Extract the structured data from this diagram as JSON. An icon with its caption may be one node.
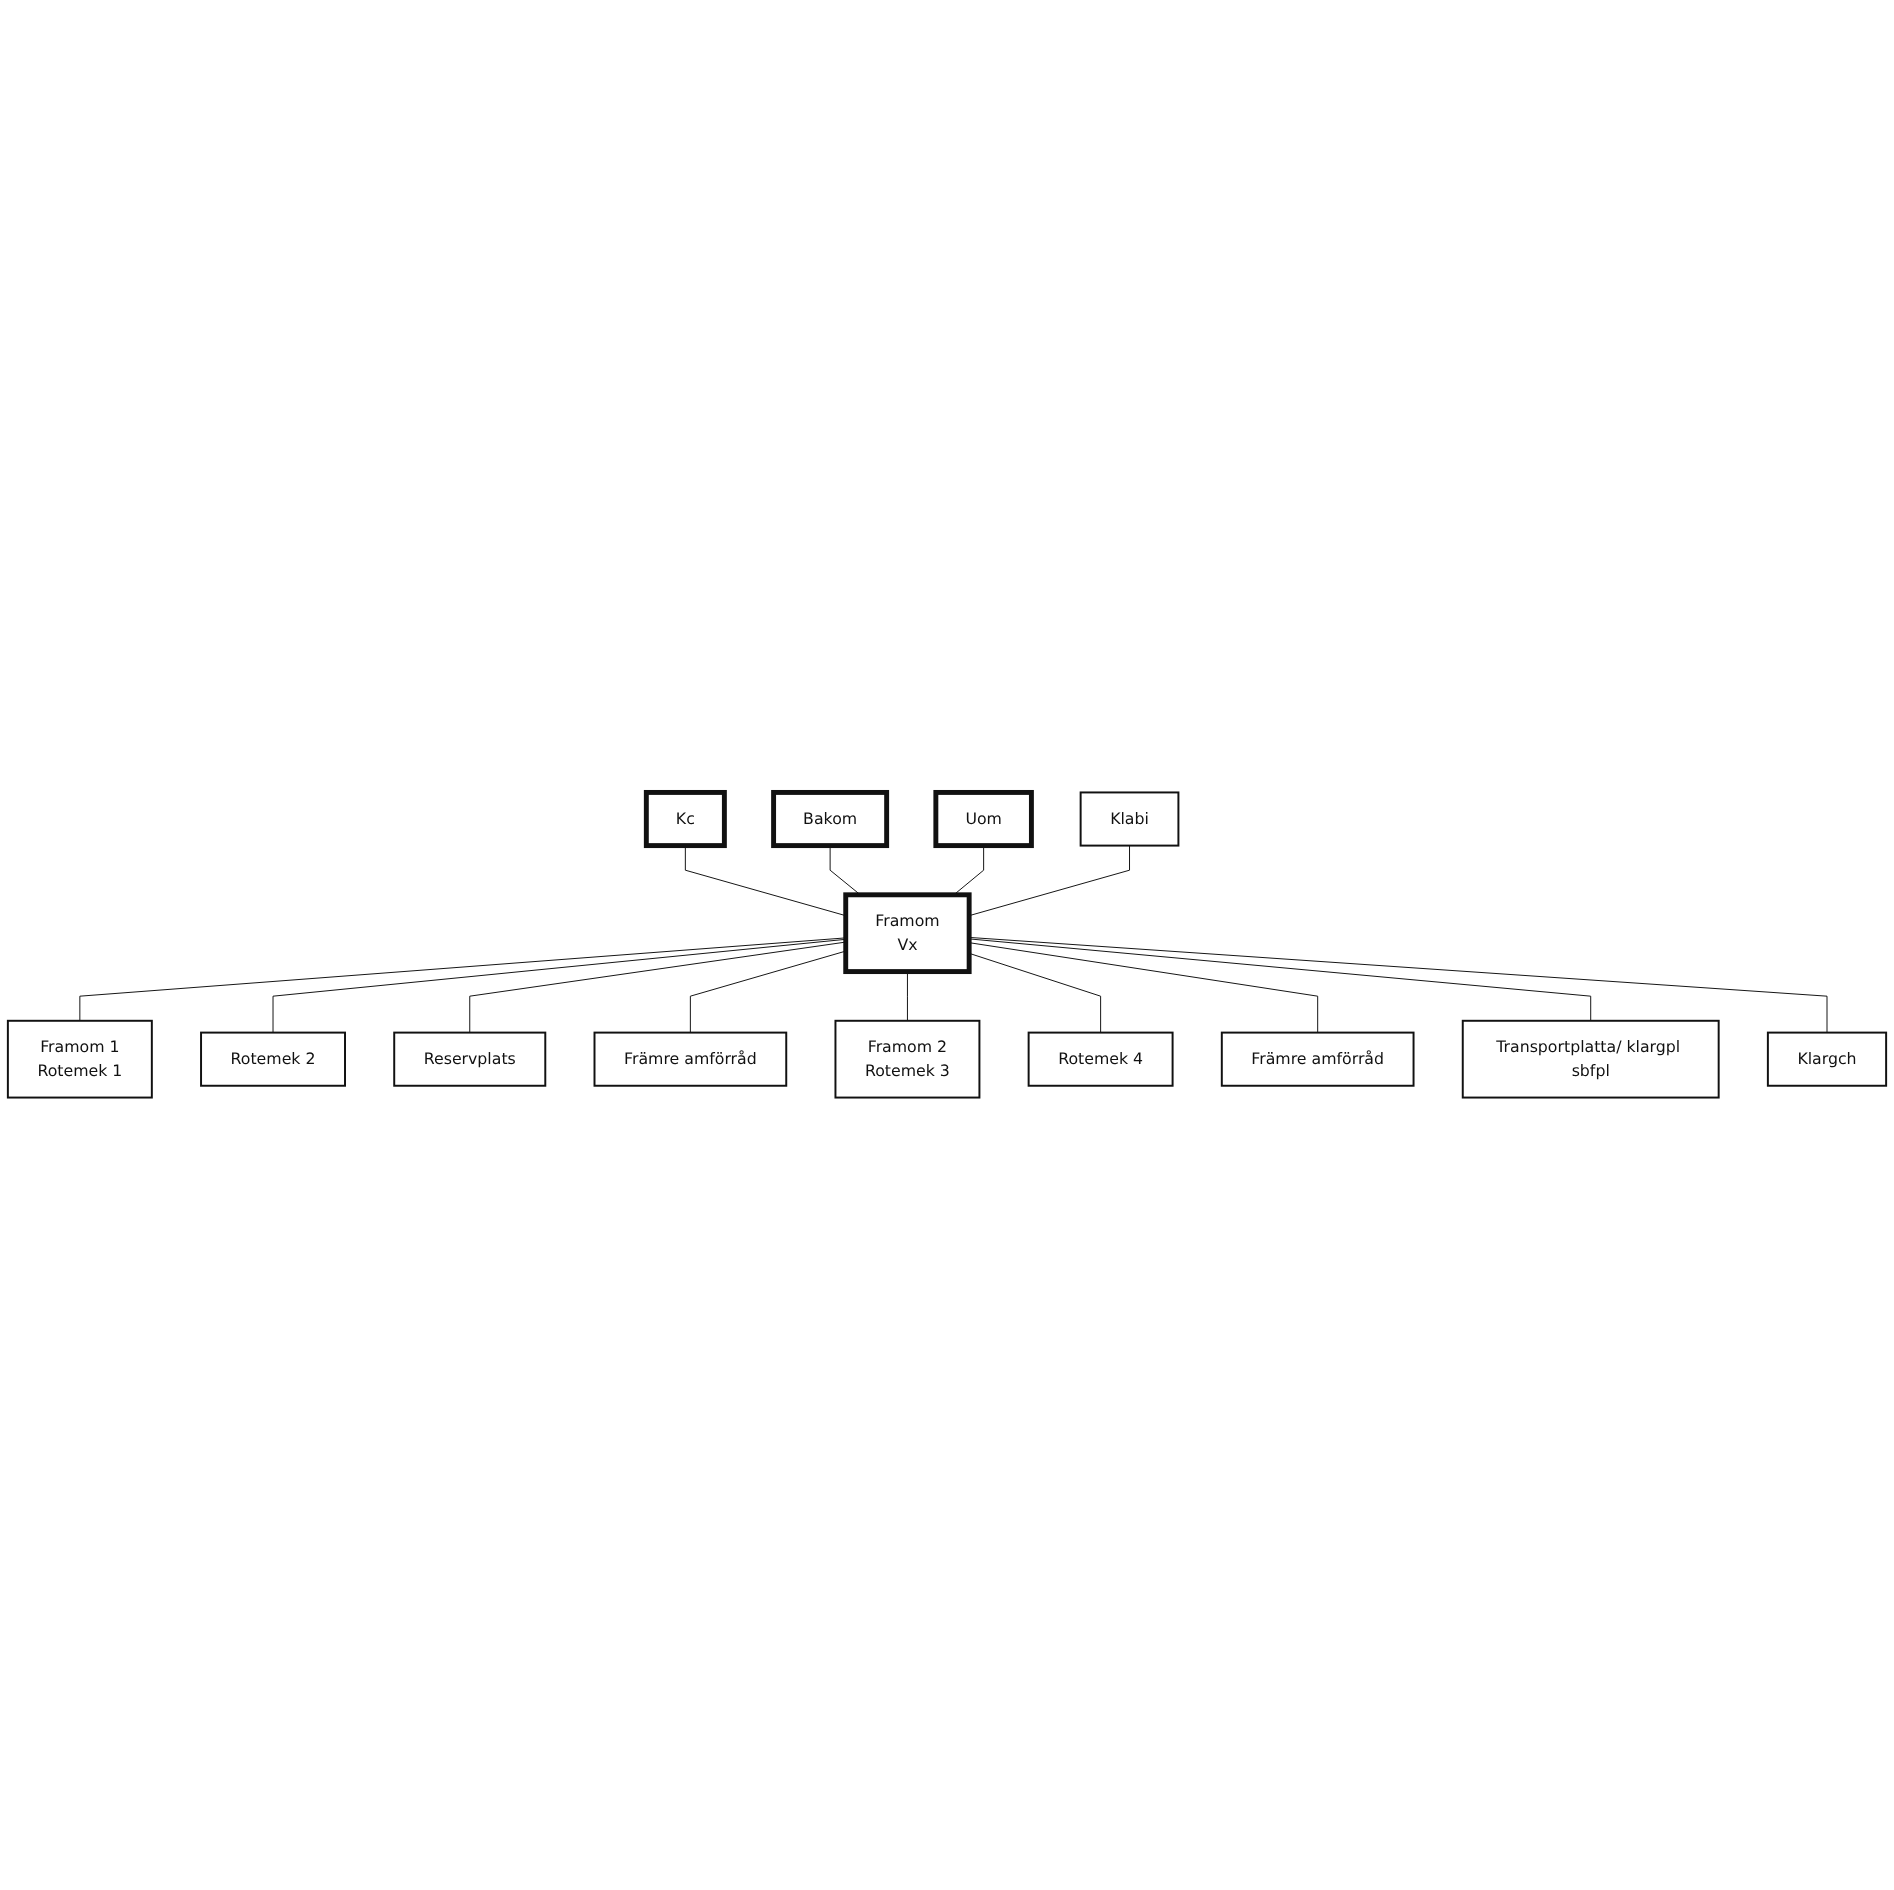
{
  "diagram": {
    "nodes": [
      {
        "text": [
          "Kc"
        ]
      },
      {
        "text": [
          "Bakom"
        ]
      },
      {
        "text": [
          "Uom"
        ]
      },
      {
        "text": [
          "Framom 1",
          "Rotemek 1"
        ]
      },
      {
        "text": [
          "Rotemek 2"
        ]
      },
      {
        "text": [
          "Reservplats"
        ]
      },
      {
        "text": [
          "Främre amförråd"
        ]
      },
      {
        "text": [
          "Framom 2",
          "Rotemek 3"
        ]
      },
      {
        "text": [
          "Rotemek 4"
        ]
      },
      {
        "text": [
          "Främre amförråd"
        ]
      },
      {
        "text": [
          "Transportplatta/ klargpl sbfpl"
        ]
      },
      {
        "text": [
          "Klabi"
        ]
      },
      {
        "text": [
          "Framom",
          "Vx"
        ]
      },
      {
        "text": [
          "Klargch"
        ]
      }
    ],
    "edges": [
      {
        "from": 0,
        "to": 12,
        "arrow": "none"
      },
      {
        "from": 1,
        "to": 12,
        "arrow": "none"
      },
      {
        "from": 2,
        "to": 12,
        "arrow": "none"
      },
      {
        "from": 11,
        "to": 12,
        "arrow": "none"
      },
      {
        "from": 12,
        "to": 3,
        "arrow": "none"
      },
      {
        "from": 12,
        "to": 4,
        "arrow": "none"
      },
      {
        "from": 12,
        "to": 5,
        "arrow": "none"
      },
      {
        "from": 12,
        "to": 6,
        "arrow": "none"
      },
      {
        "from": 12,
        "to": 7,
        "arrow": "none"
      },
      {
        "from": 12,
        "to": 8,
        "arrow": "none"
      },
      {
        "from": 12,
        "to": 9,
        "arrow": "none"
      },
      {
        "from": 12,
        "to": 10,
        "arrow": "none"
      },
      {
        "from": 12,
        "to": 13,
        "arrow": "none"
      }
    ]
  }
}
